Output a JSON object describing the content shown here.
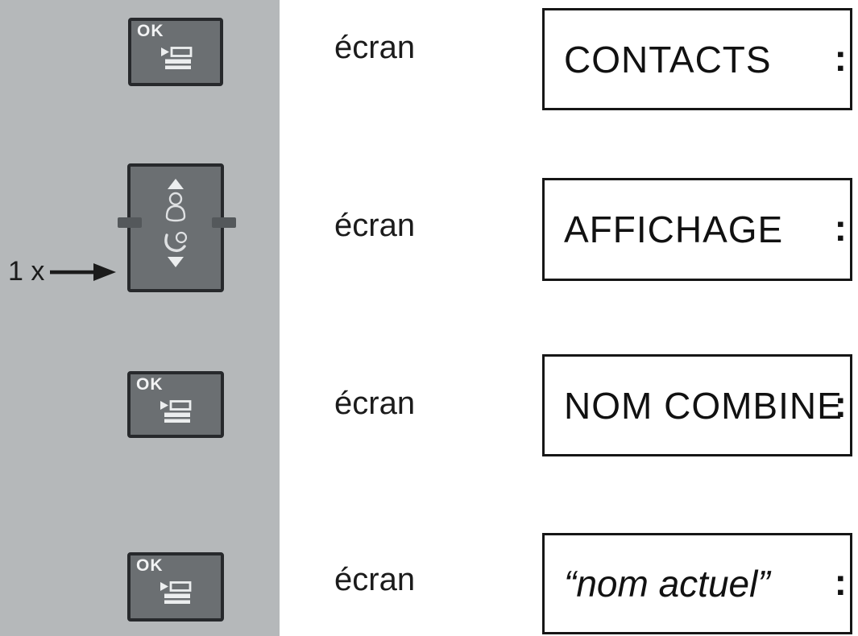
{
  "illustration": {
    "press_count_label": "1 x",
    "ok_key_label": "OK",
    "colon": ":",
    "colors": {
      "panel": "#b5b8ba",
      "key_fill": "#6b6f72",
      "key_border": "#27292c",
      "key_glyph": "#eceeef",
      "notch": "#54585b",
      "box_border": "#161616",
      "text": "#111111"
    },
    "rows": [
      {
        "key": "ok-key",
        "label": "écran",
        "screen_text": "CONTACTS"
      },
      {
        "key": "nav-key",
        "label": "écran",
        "screen_text": "AFFICHAGE"
      },
      {
        "key": "ok-key",
        "label": "écran",
        "screen_text": "NOM COMBINE"
      },
      {
        "key": "ok-key",
        "label": "écran",
        "screen_text": "“nom actuel”"
      }
    ]
  }
}
